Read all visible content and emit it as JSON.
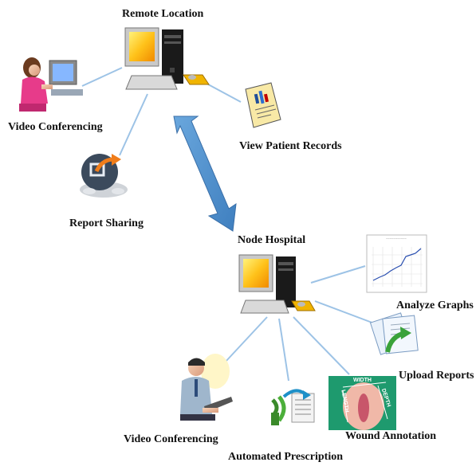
{
  "remote": {
    "title": "Remote Location",
    "video_conferencing": "Video Conferencing",
    "view_patient_records": "View Patient Records",
    "report_sharing": "Report Sharing"
  },
  "node": {
    "title": "Node Hospital",
    "analyze_graphs": "Analyze Graphs",
    "upload_reports": "Upload Reports",
    "video_conferencing": "Video Conferencing",
    "automated_prescription": "Automated Prescription",
    "wound_annotation": "Wound Annotation",
    "wound_width": "WIDTH",
    "wound_depth": "DEPTH",
    "wound_length": "LENGTH"
  },
  "colors": {
    "link_line": "#9dc3e6",
    "arrow": "#5b9bd5",
    "screen": "#f4b400"
  },
  "icons": [
    "remote-computer-icon",
    "video-conference-woman-icon",
    "patient-records-icon",
    "report-sharing-icon",
    "node-computer-icon",
    "graph-chart-icon",
    "upload-reports-icon",
    "video-conference-man-icon",
    "prescription-icon",
    "wound-annotation-icon"
  ]
}
